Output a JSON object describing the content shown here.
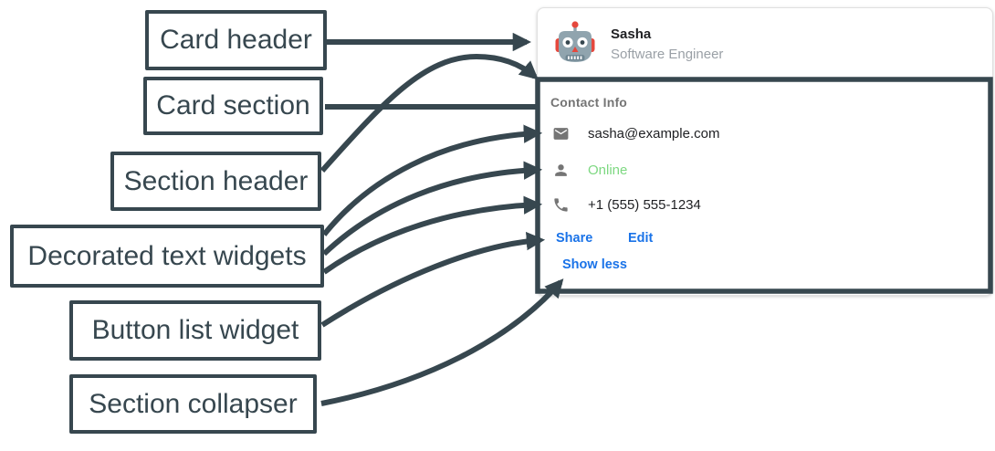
{
  "colors": {
    "annotation": "#37474F",
    "link_blue": "#1A73E8",
    "online_green": "#7DD881",
    "text_dark": "#202124",
    "text_gray": "#757575",
    "subtitle_gray": "#9AA0A6",
    "card_border": "#E0E0E0"
  },
  "labels": [
    {
      "text": "Card header"
    },
    {
      "text": "Card section"
    },
    {
      "text": "Section header"
    },
    {
      "text": "Decorated text widgets"
    },
    {
      "text": "Button list widget"
    },
    {
      "text": "Section collapser"
    }
  ],
  "card": {
    "header": {
      "avatar_icon": "robot-avatar",
      "name": "Sasha",
      "subtitle": "Software Engineer"
    },
    "section": {
      "title": "Contact Info",
      "rows": [
        {
          "icon": "email-icon",
          "text": "sasha@example.com"
        },
        {
          "icon": "person-icon",
          "text": "Online"
        },
        {
          "icon": "phone-icon",
          "text": "+1 (555) 555-1234"
        }
      ],
      "buttons": [
        {
          "label": "Share"
        },
        {
          "label": "Edit"
        }
      ],
      "collapser_label": "Show less"
    }
  }
}
